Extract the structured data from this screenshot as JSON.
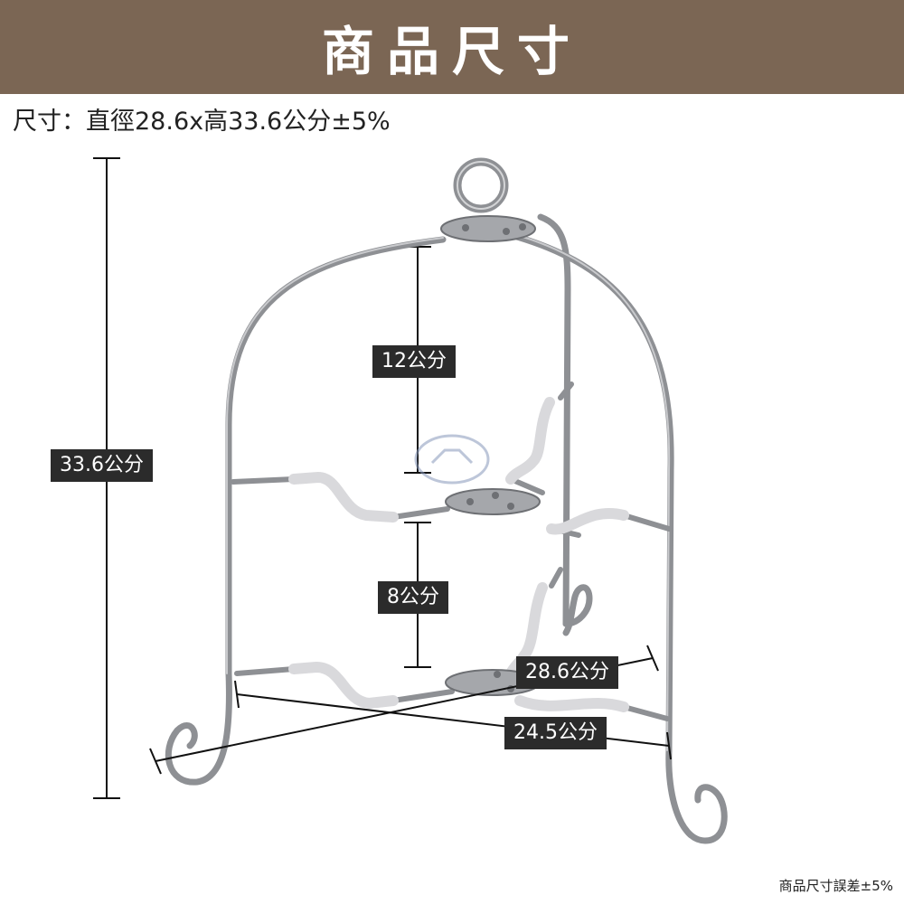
{
  "header": {
    "title": "商品尺寸"
  },
  "spec_text": "尺寸：直徑28.6x高33.6公分±5%",
  "dimensions": {
    "total_height": "33.6公分",
    "upper_gap": "12公分",
    "lower_gap": "8公分",
    "diameter": "28.6公分",
    "width": "24.5公分"
  },
  "footer_note": "商品尺寸誤差±5%",
  "colors": {
    "banner": "#7b6654",
    "label_bg": "#2b2b2b",
    "metal": "#9a9ca0",
    "coating": "#d9d9dc"
  }
}
